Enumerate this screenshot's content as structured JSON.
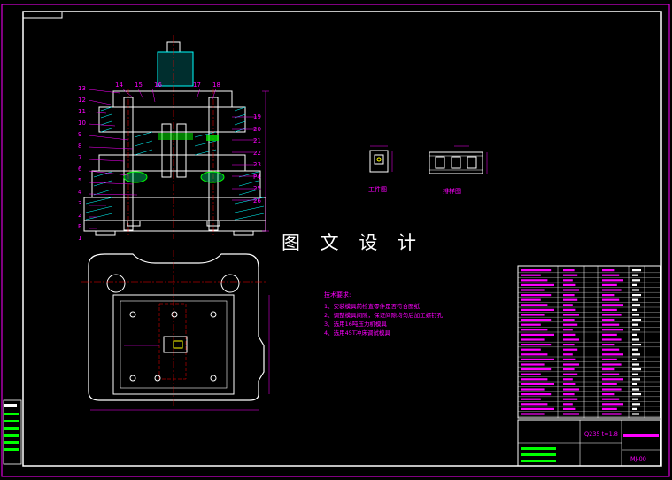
{
  "watermark": "图 文 设 计",
  "tech_requirements": {
    "title": "技术要求:",
    "items": [
      "1、安装模具前检查零件是否符合图纸",
      "2、调整模具间隙，保证间隙均匀后加工螺钉孔",
      "3、选用16吨压力机模具",
      "4、选用45T冲床调试模具"
    ]
  },
  "views": {
    "workpiece": "工件图",
    "layout": "排样图"
  },
  "title_block": {
    "material": "Q235 t=1.8",
    "drawing_no": "MJ-00"
  },
  "part_numbers_left": [
    "13",
    "12",
    "11",
    "10",
    "9",
    "8",
    "7",
    "6",
    "5",
    "4",
    "3",
    "2",
    "P",
    "1"
  ],
  "part_numbers_top": [
    "14",
    "15",
    "16",
    "17",
    "18"
  ],
  "part_numbers_right": [
    "19",
    "20",
    "21",
    "22",
    "23",
    "P4",
    "25",
    "26"
  ],
  "colors": {
    "frame": "#ffffff",
    "outline": "#ffffff",
    "centerline": "#ff0000",
    "dimension": "#ff00ff",
    "hatch": "#00ffff",
    "part": "#00ff00"
  }
}
